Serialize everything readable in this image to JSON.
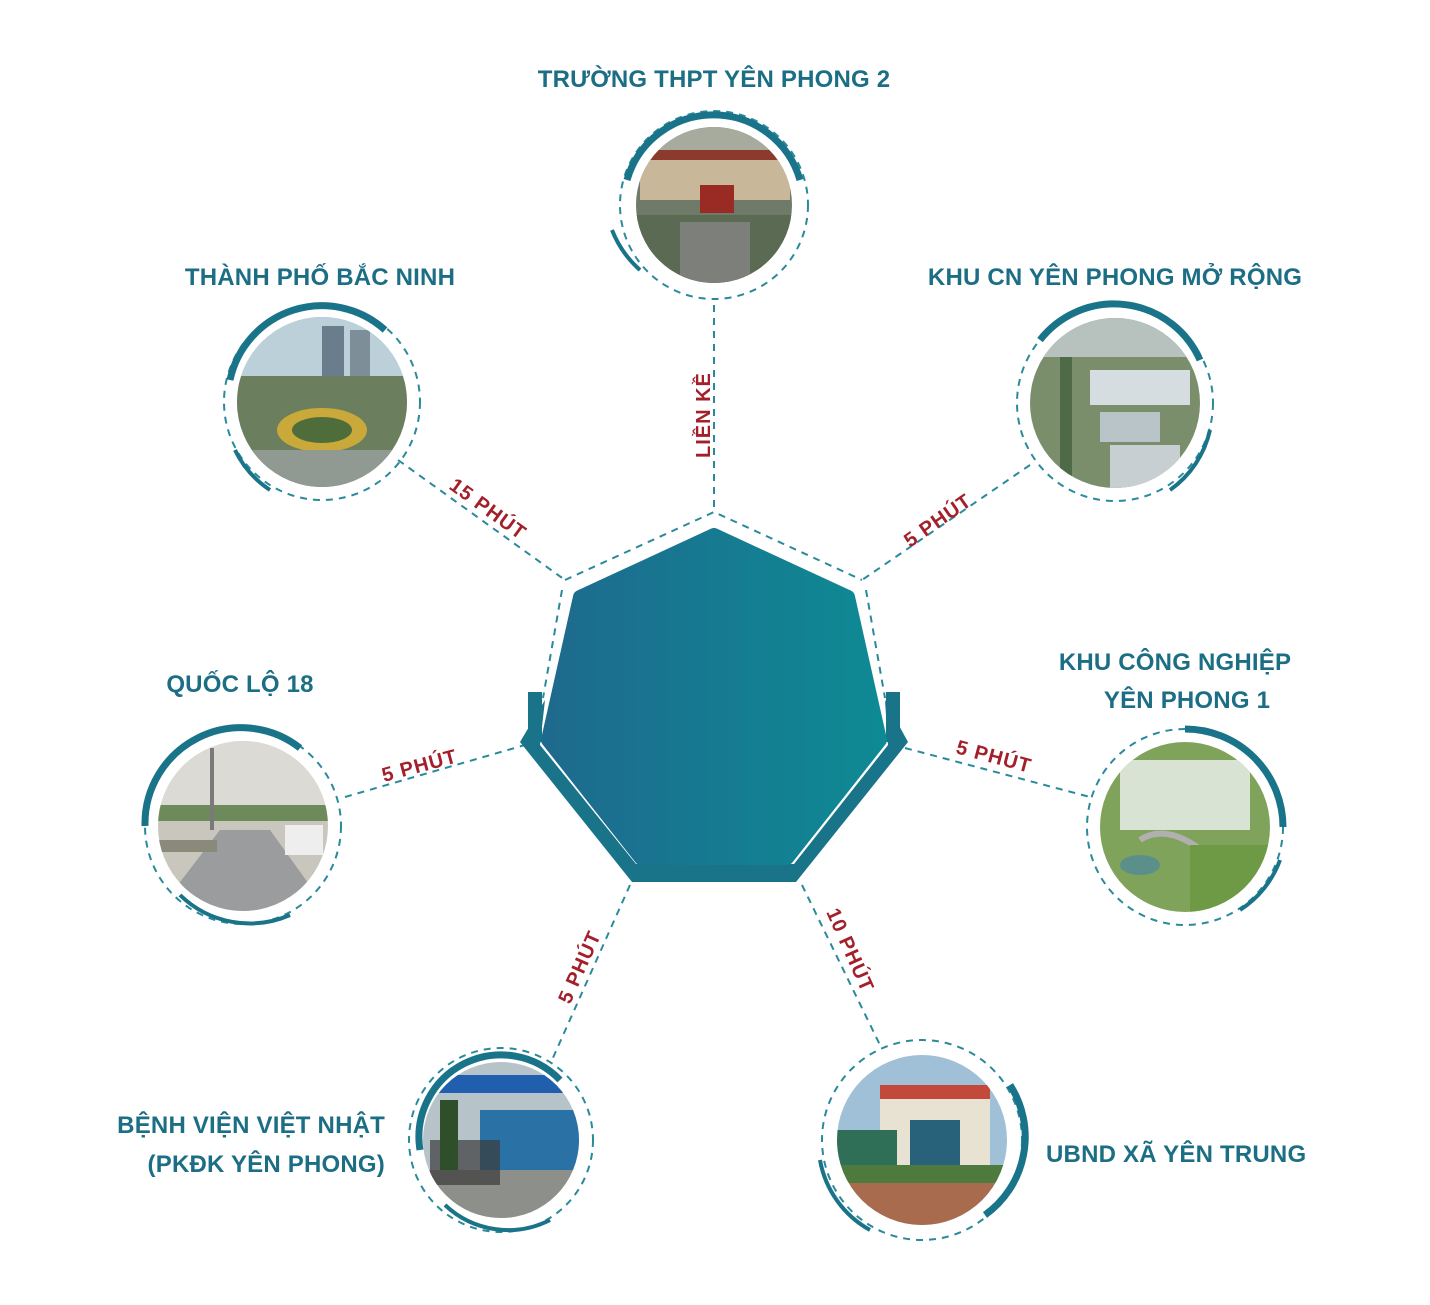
{
  "colors": {
    "accent": "#1c6e84",
    "time": "#a3202a",
    "center_from": "#1e6a8e",
    "center_to": "#0e8a94"
  },
  "destinations": [
    {
      "name": "TRƯỜNG THPT YÊN PHONG 2",
      "distance": "LIỀN KỀ"
    },
    {
      "name": "THÀNH PHỐ BẮC NINH",
      "distance": "15 PHÚT"
    },
    {
      "name": "KHU CN YÊN PHONG MỞ RỘNG",
      "distance": "5 PHÚT"
    },
    {
      "name": "QUỐC LỘ 18",
      "distance": "5 PHÚT"
    },
    {
      "name_lines": [
        "KHU CÔNG NGHIỆP",
        "YÊN PHONG 1"
      ],
      "distance": "5 PHÚT"
    },
    {
      "name_lines": [
        "BỆNH VIỆN VIỆT NHẬT",
        "(PKĐK YÊN PHONG)"
      ],
      "distance": "5 PHÚT"
    },
    {
      "name": "UBND XÃ YÊN TRUNG",
      "distance": "10 PHÚT"
    }
  ]
}
